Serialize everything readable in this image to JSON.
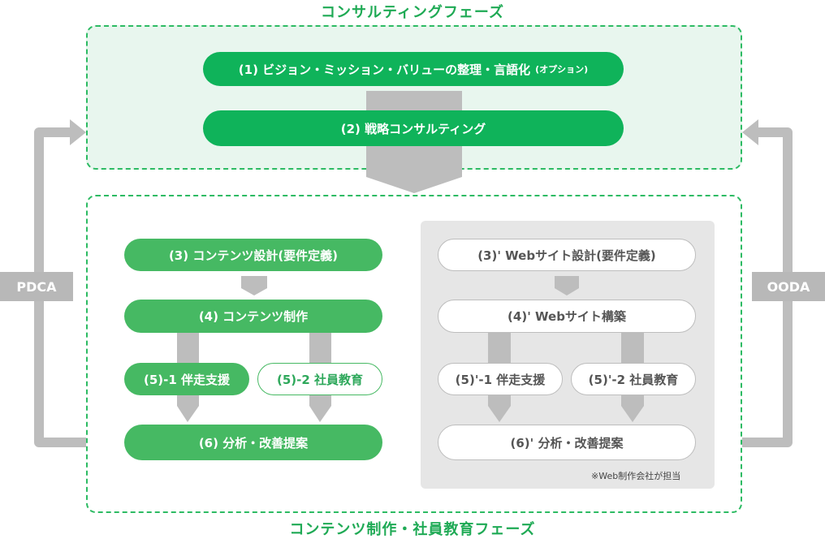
{
  "consulting_phase": {
    "title": "コンサルティングフェーズ",
    "step1": {
      "label": "(1) ビジョン・ミッション・バリューの整理・言語化",
      "note": "(オプション)"
    },
    "step2": {
      "label": "(2) 戦略コンサルティング"
    }
  },
  "content_phase": {
    "title": "コンテンツ制作・社員教育フェーズ",
    "left": {
      "step3": "(3) コンテンツ設計(要件定義)",
      "step4": "(4) コンテンツ制作",
      "step5_1": "(5)-1 伴走支援",
      "step5_2": "(5)-2 社員教育",
      "step6": "(6) 分析・改善提案"
    },
    "right": {
      "step3": "(3)' Webサイト設計(要件定義)",
      "step4": "(4)' Webサイト構築",
      "step5_1": "(5)'-1 伴走支援",
      "step5_2": "(5)'-2 社員教育",
      "step6": "(6)' 分析・改善提案",
      "note": "※Web制作会社が担当"
    }
  },
  "cycles": {
    "left": "PDCA",
    "right": "OODA"
  },
  "colors": {
    "dark_green": "#0fb35a",
    "mid_green": "#46b963",
    "arrow_gray": "#bdbdbd",
    "panel_gray": "#e6e6e6"
  }
}
